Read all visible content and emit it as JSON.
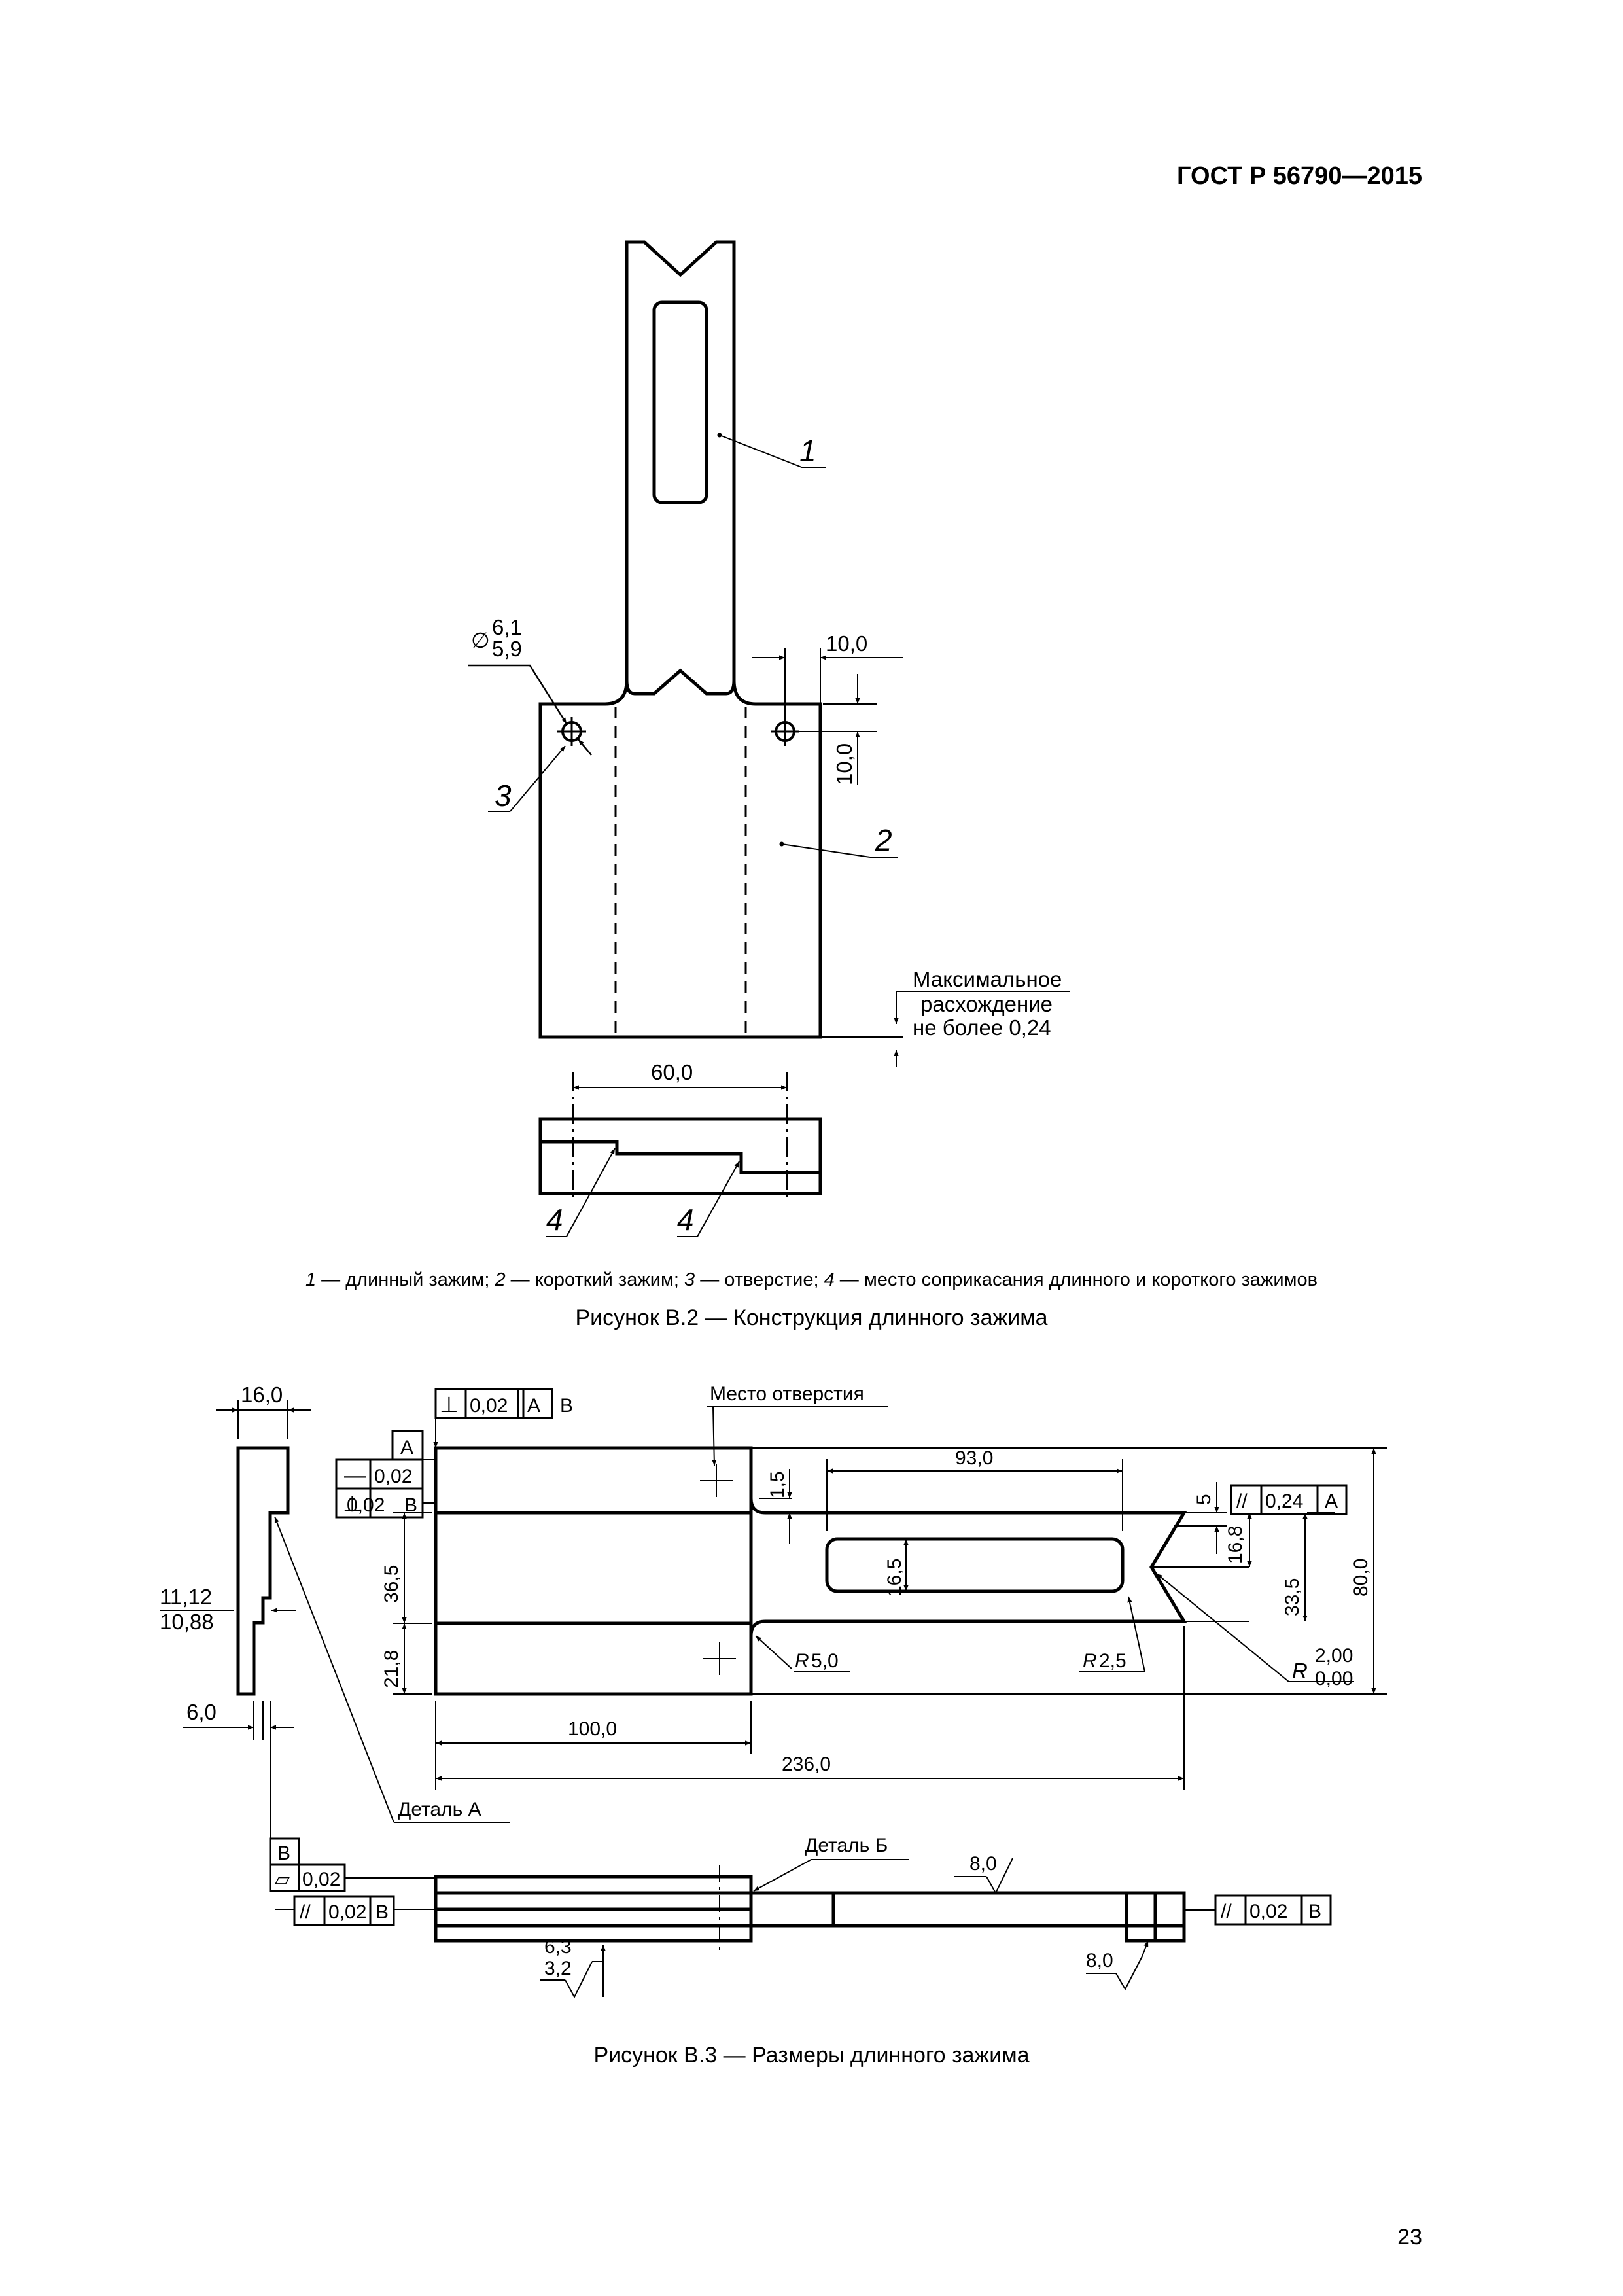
{
  "header": {
    "doc_id": "ГОСТ Р 56790—2015"
  },
  "page_number": "23",
  "figure_b2": {
    "caption": "Рисунок В.2 — Конструкция длинного зажима",
    "legend": [
      {
        "num": "1",
        "text": " — длинный зажим; "
      },
      {
        "num": "2",
        "text": " — короткий зажим; "
      },
      {
        "num": "3",
        "text": " — отверстие; "
      },
      {
        "num": "4",
        "text": " — место соприкасания длинного и короткого зажимов"
      }
    ],
    "callouts": {
      "c1": "1",
      "c2": "2",
      "c3": "3",
      "c4a": "4",
      "c4b": "4"
    },
    "dims": {
      "diameter_symbol": "∅",
      "hole_max": "6,1",
      "hole_min": "5,9",
      "offset_x": "10,0",
      "offset_y": "10,0",
      "width": "60,0"
    },
    "note": [
      "Максимальное",
      "расхождение",
      "не более 0,24"
    ]
  },
  "figure_b3": {
    "caption": "Рисунок В.3 — Размеры длинного зажима",
    "labels": {
      "hole_place": "Место отверстия",
      "detail_a": "Деталь А",
      "detail_b": "Деталь Б"
    },
    "dims": {
      "d16": "16,0",
      "d11_max": "11,12",
      "d11_min": "10,88",
      "d6": "6,0",
      "d36_5": "36,5",
      "d21_8": "21,8",
      "d100": "100,0",
      "d236": "236,0",
      "d93": "93,0",
      "d1_5": "1,5",
      "d16_5": "16,5",
      "d5": "5",
      "d16_8": "16,8",
      "d33_5": "33,5",
      "d80": "80,0",
      "r5": "5,0",
      "r2_5": "2,5",
      "r_max": "2,00",
      "r_min": "0,00",
      "r_symbol": "R",
      "rough_8a": "8,0",
      "rough_8b": "8,0",
      "rough_63": "6,3",
      "rough_32": "3,2"
    },
    "frames": {
      "top": [
        "⊥",
        "0,02",
        "A",
        "B"
      ],
      "datum_a": "A",
      "straight": [
        "—",
        "0,02"
      ],
      "perp": [
        "⊥",
        "0,02",
        "B"
      ],
      "parallel_right": [
        "//",
        "0,24",
        "A"
      ],
      "datum_b": "B",
      "flat": [
        "▱",
        "0,02"
      ],
      "parallel_left": [
        "//",
        "0,02",
        "B"
      ],
      "parallel_bottom": [
        "//",
        "0,02",
        "B"
      ]
    }
  }
}
